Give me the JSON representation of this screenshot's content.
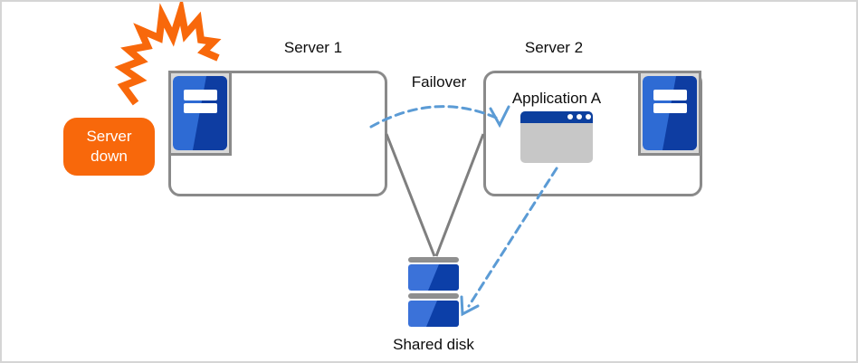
{
  "labels": {
    "server1": "Server 1",
    "server2": "Server 2",
    "failover": "Failover",
    "application": "Application A",
    "shared_disk": "Shared disk",
    "server_down": "Server down"
  },
  "colors": {
    "accent_orange": "#F8680B",
    "server_blue_light": "#2E6BD4",
    "server_blue_dark": "#0E3DA2",
    "disk_blue_light": "#3B72D9",
    "disk_blue_dark": "#0C3FA8",
    "titlebar_blue": "#0C3F9E",
    "dashed_arrow_blue": "#5B9BD5",
    "connector_gray": "#7F7F7F",
    "box_border_gray": "#8A8A8A",
    "icon_tray_gray": "#D9D9D9",
    "window_body_gray": "#C7C7C7",
    "disk_bar_gray": "#8F8F8F"
  },
  "icons": {
    "server1_icon": "server-tower-icon",
    "server2_icon": "server-tower-icon",
    "application_icon": "app-window-icon",
    "shared_disk_icon": "disk-stack-icon",
    "crash_icon": "explosion-burst-icon"
  },
  "edges": [
    {
      "from": "server1",
      "to": "server2",
      "style": "dashed-arrow",
      "label": "Failover"
    },
    {
      "from": "server1",
      "to": "shared_disk",
      "style": "solid-line",
      "label": ""
    },
    {
      "from": "server2",
      "to": "shared_disk",
      "style": "solid-line",
      "label": ""
    },
    {
      "from": "application",
      "to": "shared_disk",
      "style": "dashed-arrow",
      "label": ""
    }
  ],
  "status": {
    "server1_state": "down",
    "callout_text": "Server down"
  }
}
